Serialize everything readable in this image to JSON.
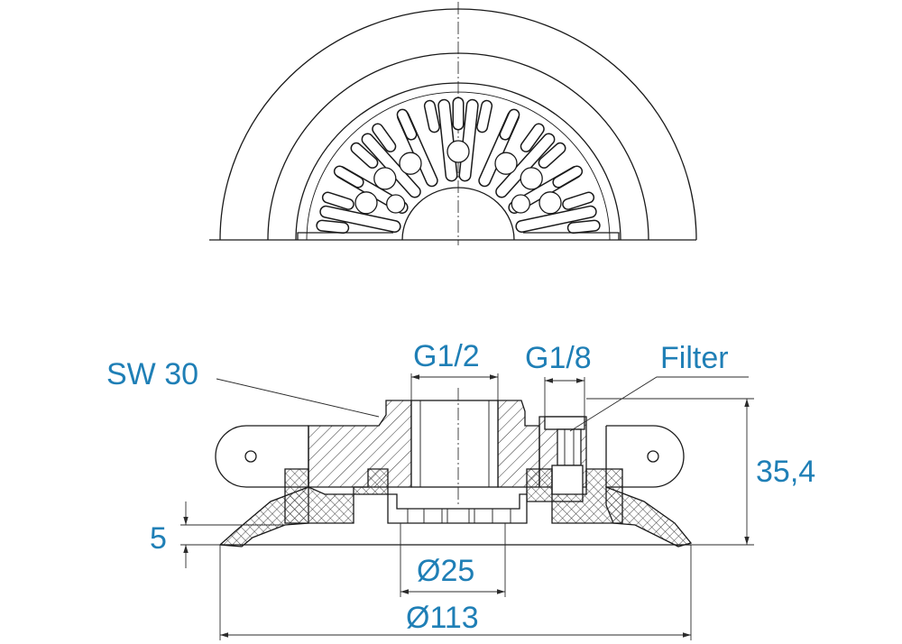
{
  "labels": {
    "wrench_size": "SW 30",
    "thread_main": "G1/2",
    "thread_side": "G1/8",
    "filter": "Filter",
    "height": "35,4",
    "lip_height": "5",
    "inner_diameter": "Ø25",
    "outer_diameter": "Ø113"
  },
  "colors": {
    "annotation": "#1f7fb6",
    "line": "#1a1a1a"
  }
}
